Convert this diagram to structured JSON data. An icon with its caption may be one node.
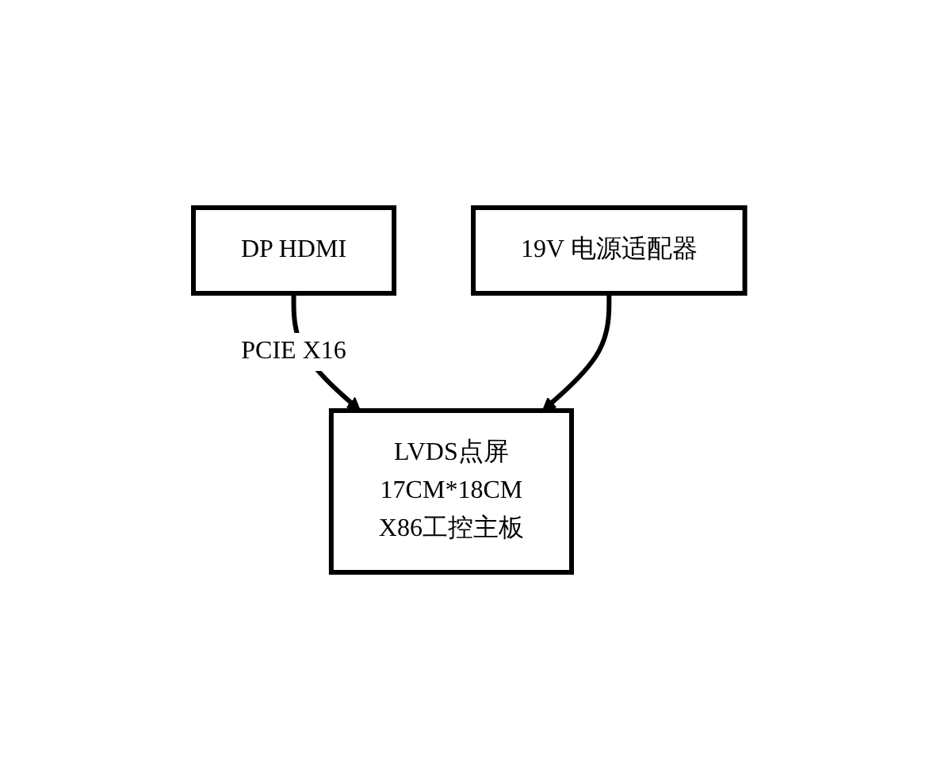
{
  "diagram": {
    "nodes": [
      {
        "text": [
          "DP HDMI"
        ]
      },
      {
        "text": [
          "LVDS点屏",
          "17CM*18CM",
          "X86工控主板"
        ]
      },
      {
        "text": [
          "19V 电源适配器"
        ]
      }
    ],
    "edges": [
      {
        "from": 0,
        "to": 1,
        "arrow": "to",
        "label": "PCIE X16"
      },
      {
        "from": 2,
        "to": 1,
        "arrow": "to"
      }
    ]
  }
}
